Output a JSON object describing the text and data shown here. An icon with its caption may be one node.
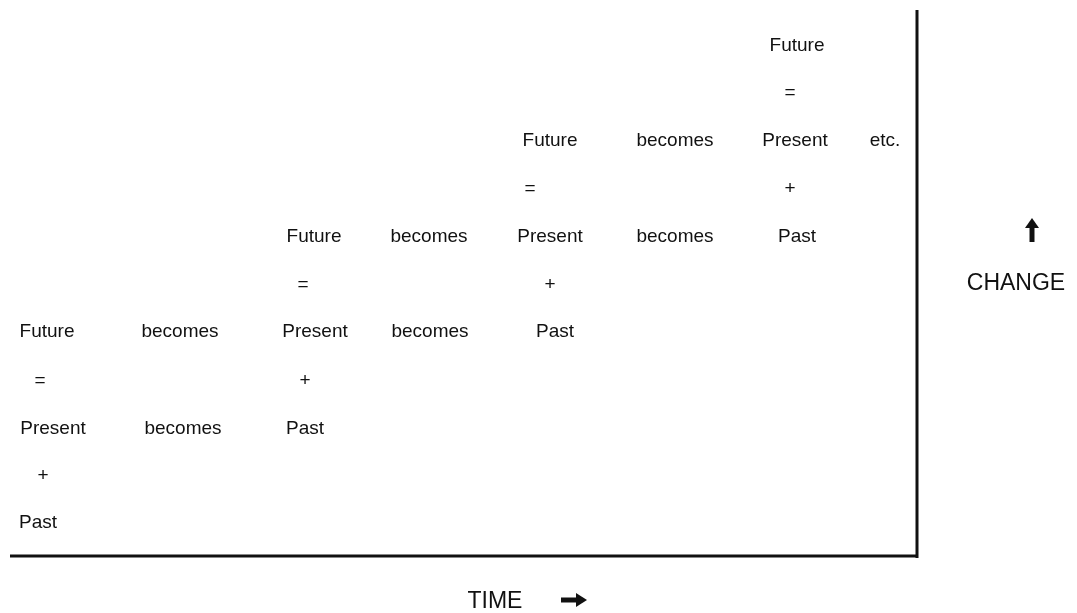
{
  "diagram": {
    "labels": [
      "Future",
      "=",
      "Future",
      "becomes",
      "Present",
      "etc.",
      "=",
      "+",
      "Future",
      "becomes",
      "Present",
      "becomes",
      "Past",
      "=",
      "+",
      "CHANGE",
      "Future",
      "becomes",
      "Present",
      "becomes",
      "Past",
      "=",
      "+",
      "Present",
      "becomes",
      "Past",
      "+",
      "Past",
      "TIME"
    ]
  }
}
